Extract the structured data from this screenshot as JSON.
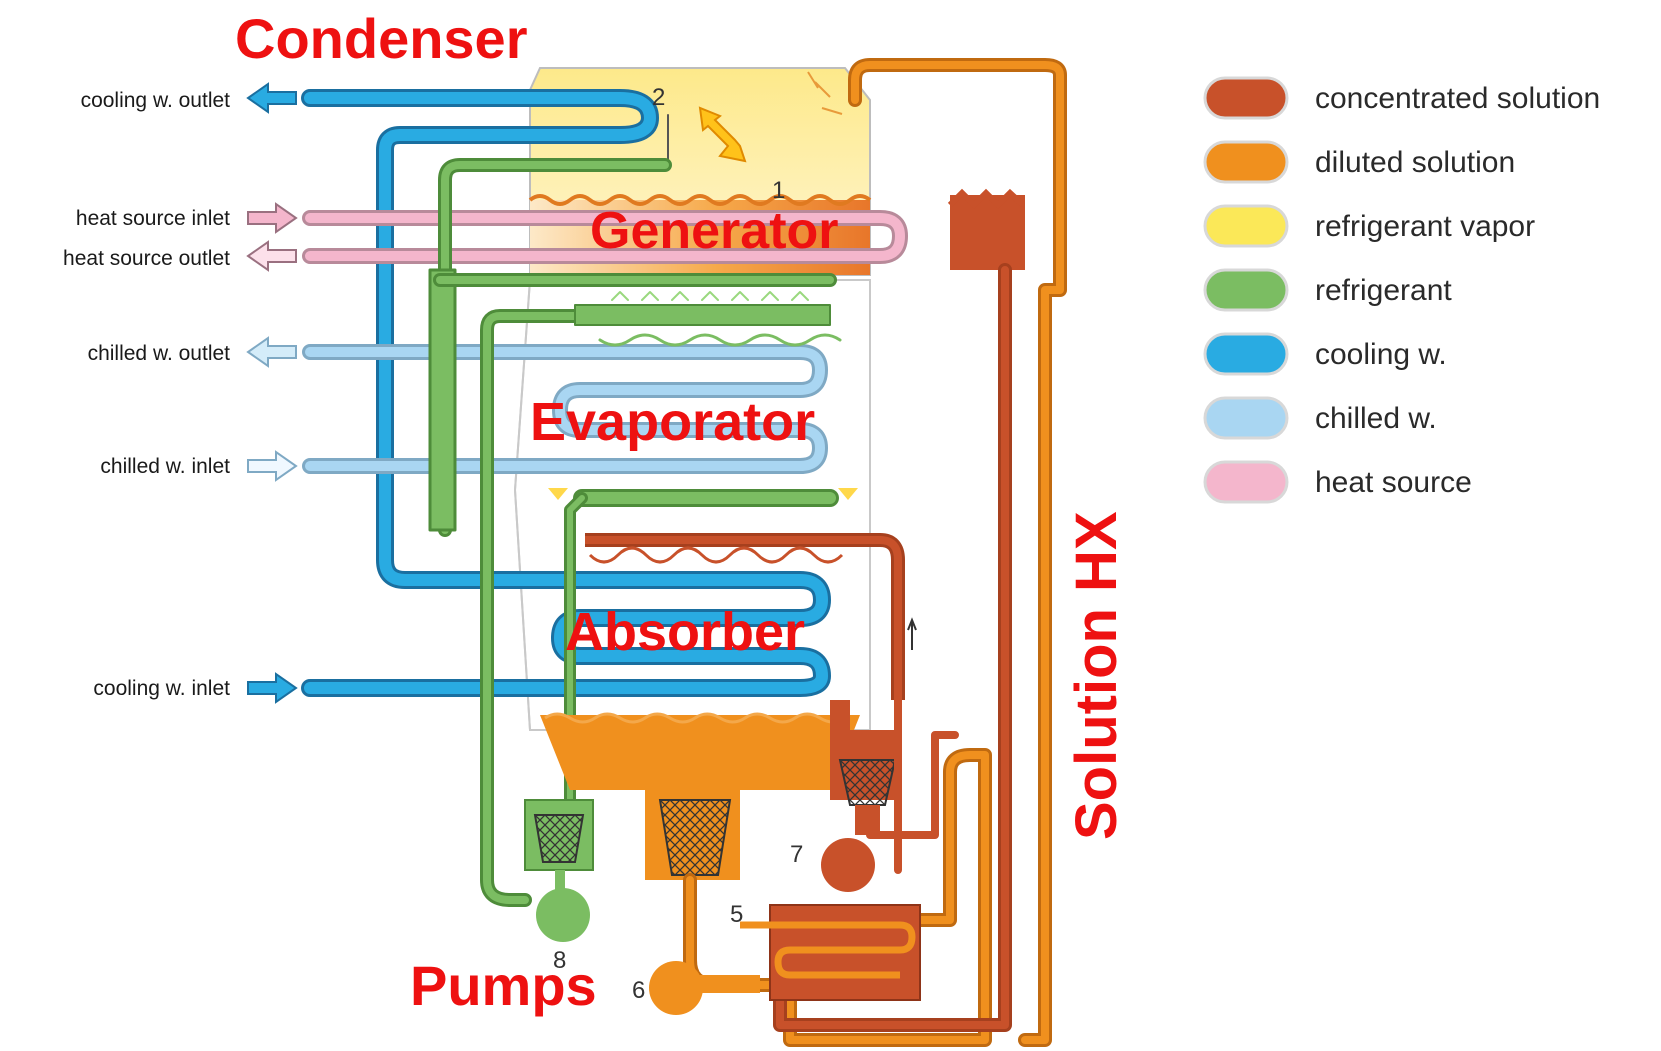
{
  "colors": {
    "concentrated": "#c8512a",
    "diluted": "#f0901e",
    "vapor": "#fbe858",
    "refrigerant": "#7bbd62",
    "cooling": "#29abe2",
    "chilled": "#a9d6f2",
    "heat": "#f4b6cc",
    "title": "#ee1111"
  },
  "titles": {
    "condenser": "Condenser",
    "generator": "Generator",
    "evaporator": "Evaporator",
    "absorber": "Absorber",
    "pumps": "Pumps",
    "solution_hx": "Solution HX"
  },
  "ports": {
    "cooling_outlet": "cooling w. outlet",
    "heat_inlet": "heat source inlet",
    "heat_outlet": "heat source outlet",
    "chilled_outlet": "chilled w. outlet",
    "chilled_inlet": "chilled w. inlet",
    "cooling_inlet": "cooling w. inlet"
  },
  "numbers": {
    "n1": "1",
    "n2": "2",
    "n5": "5",
    "n6": "6",
    "n7": "7",
    "n8": "8"
  },
  "legend": [
    {
      "label": "concentrated solution",
      "color": "#c8512a"
    },
    {
      "label": "diluted solution",
      "color": "#f0901e"
    },
    {
      "label": "refrigerant vapor",
      "color": "#fbe858"
    },
    {
      "label": "refrigerant",
      "color": "#7bbd62"
    },
    {
      "label": "cooling w.",
      "color": "#29abe2"
    },
    {
      "label": "chilled w.",
      "color": "#a9d6f2"
    },
    {
      "label": "heat source",
      "color": "#f4b6cc"
    }
  ]
}
